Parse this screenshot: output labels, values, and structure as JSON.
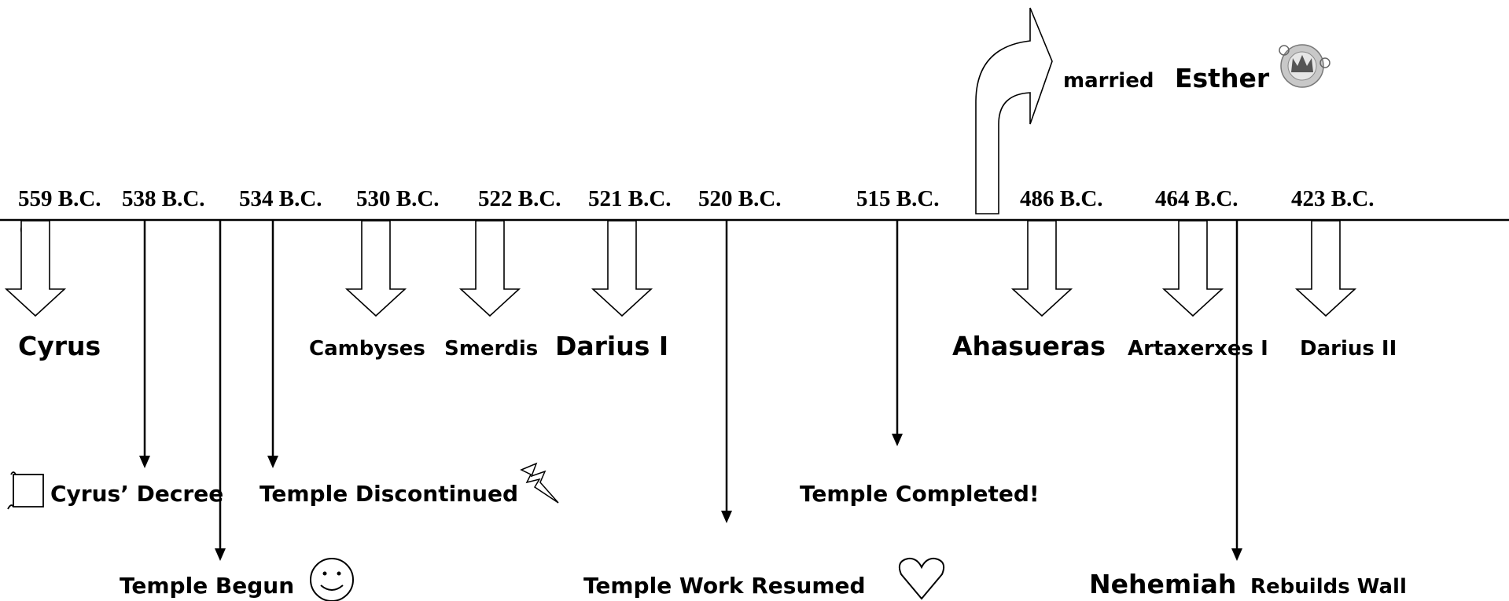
{
  "dates": [
    "559 B.C.",
    "538 B.C.",
    "534 B.C.",
    "530 B.C.",
    "522 B.C.",
    "521 B.C.",
    "520 B.C.",
    "515 B.C.",
    "486 B.C.",
    "464 B.C.",
    "423 B.C."
  ],
  "kings": {
    "cyrus": "Cyrus",
    "cambyses": "Cambyses",
    "smerdis": "Smerdis",
    "darius1": "Darius I",
    "ahasueras": "Ahasueras",
    "artaxerxes": "Artaxerxes I",
    "darius2": "Darius II"
  },
  "events": {
    "cyrus_decree": "Cyrus’ Decree",
    "temple_begun": "Temple Begun",
    "temple_discontinued": "Temple Discontinued",
    "temple_work_resumed": "Temple Work Resumed",
    "temple_completed": "Temple Completed!",
    "nehemiah": "Nehemiah",
    "rebuilds_wall": "Rebuilds Wall"
  },
  "esther": {
    "married": "married",
    "name": "Esther"
  },
  "icons": [
    "scroll-icon",
    "smiley-icon",
    "lightning-icon",
    "heart-icon",
    "crown-medallion-icon",
    "curved-arrow-icon"
  ]
}
